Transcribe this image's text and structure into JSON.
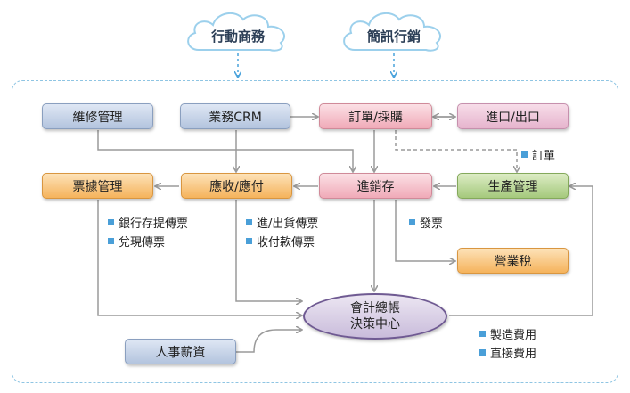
{
  "clouds": [
    {
      "label": "行動商務"
    },
    {
      "label": "簡訊行銷"
    }
  ],
  "boxes": {
    "maintenance": "維修管理",
    "crm": "業務CRM",
    "order": "訂單/採購",
    "import_export": "進口/出口",
    "notes": "票據管理",
    "receivable": "應收/應付",
    "inventory": "進銷存",
    "production": "生產管理",
    "business_tax": "營業稅",
    "hr_payroll": "人事薪資"
  },
  "center": {
    "line1": "會計總帳",
    "line2": "決策中心"
  },
  "notes": {
    "order_label": "訂單",
    "invoice": "發票",
    "notes_items": [
      "銀行存提傳票",
      "兌現傳票"
    ],
    "receivable_items": [
      "進/出貨傳票",
      "收付款傳票"
    ],
    "production_items": [
      "製造費用",
      "直接費用"
    ]
  },
  "colors": {
    "blue_box": "#b3c4de",
    "pink_box": "#f0aab8",
    "orange_box": "#f5b35c",
    "green_box": "#a5c97c",
    "arrow": "#9a9a9a",
    "dashed_frame": "#8fc5e3",
    "bullet": "#4a9fd8"
  }
}
